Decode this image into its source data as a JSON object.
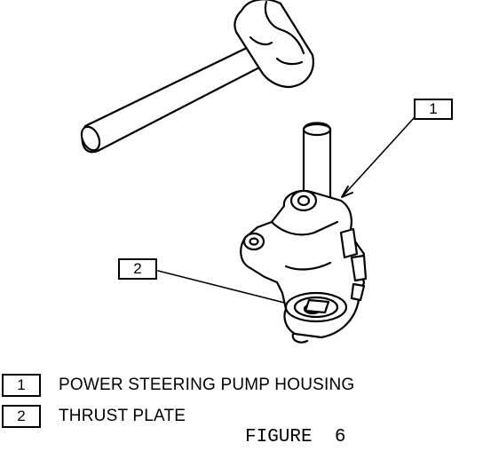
{
  "diagram": {
    "callouts": [
      {
        "number": "1"
      },
      {
        "number": "2"
      }
    ],
    "legend": [
      {
        "number": "1",
        "text": "POWER STEERING PUMP HOUSING"
      },
      {
        "number": "2",
        "text": "THRUST PLATE"
      }
    ],
    "figure_label": "FIGURE  6"
  }
}
